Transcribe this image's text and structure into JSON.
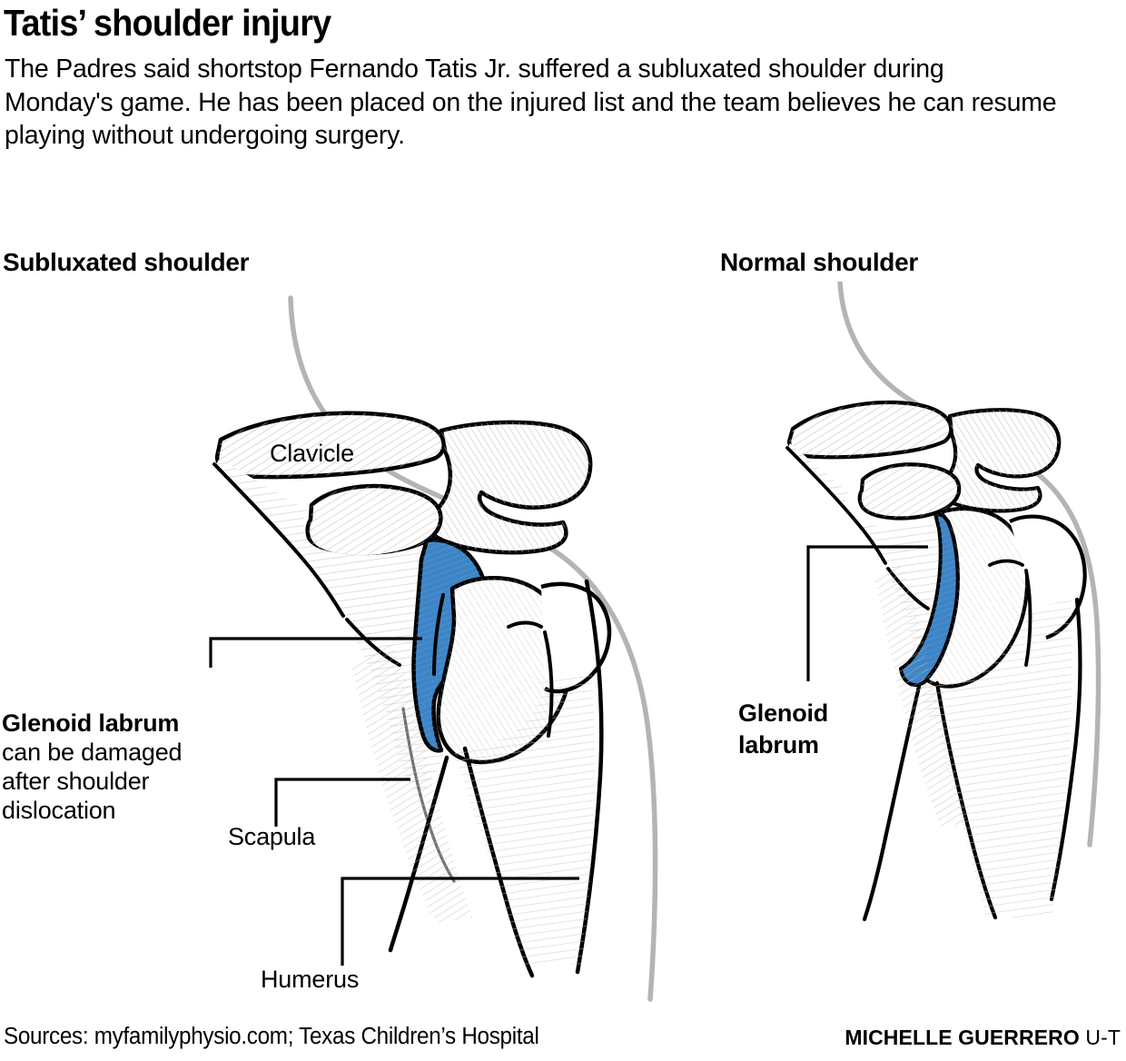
{
  "header": {
    "title": "Tatis’ shoulder injury",
    "deck": "The Padres said shortstop Fernando Tatis Jr. suffered a subluxated shoulder during Monday's game. He has been placed on the injured list and the team believes he can resume playing without undergoing surgery."
  },
  "panels": {
    "left": {
      "title": "Subluxated shoulder",
      "labels": {
        "clavicle": "Clavicle",
        "scapula": "Scapula",
        "humerus": "Humerus",
        "glenoid_bold": "Glenoid labrum",
        "glenoid_rest": "can be damaged\nafter shoulder\ndislocation"
      }
    },
    "right": {
      "title": "Normal shoulder",
      "labels": {
        "glenoid": "Glenoid\nlabrum"
      }
    }
  },
  "footer": {
    "sources": "Sources: myfamilyphysio.com; Texas Children’s Hospital",
    "credit_name": "MICHELLE GUERRERO",
    "credit_org": "U-T"
  },
  "colors": {
    "labrum_blue": "#3d85c6",
    "labrum_blue_dark": "#2f6fa8",
    "bone_outline": "#000000",
    "bone_fill": "#ffffff",
    "body_outline": "#b4b4b4",
    "hatch": "#b8b8b8",
    "text": "#000000",
    "background": "#ffffff"
  }
}
